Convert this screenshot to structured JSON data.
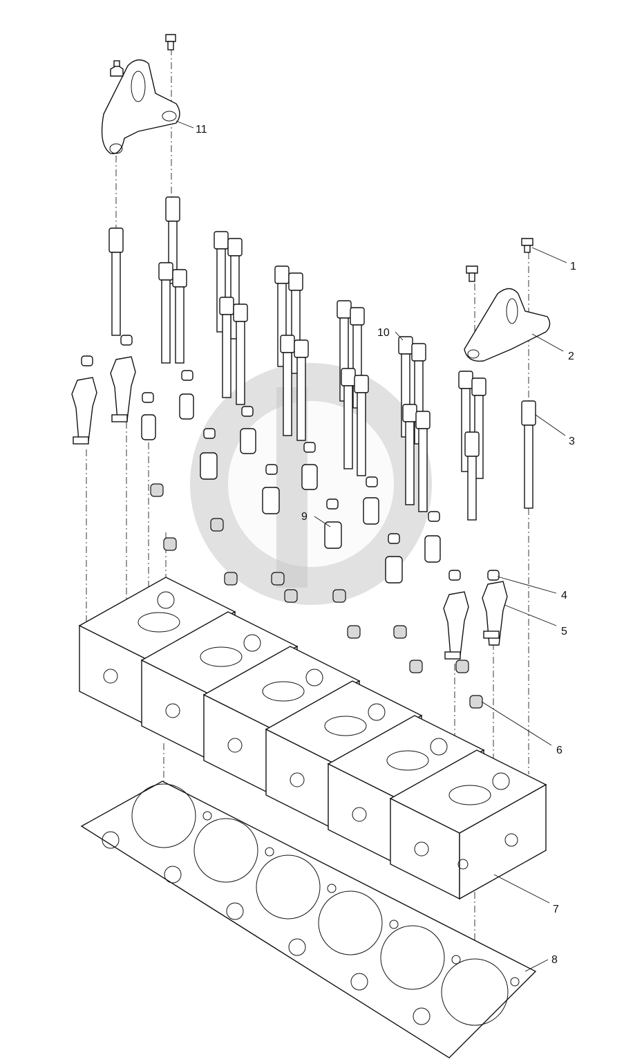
{
  "diagram": {
    "callouts": [
      {
        "id": "1",
        "label": "1"
      },
      {
        "id": "2",
        "label": "2"
      },
      {
        "id": "3",
        "label": "3"
      },
      {
        "id": "4",
        "label": "4"
      },
      {
        "id": "5",
        "label": "5"
      },
      {
        "id": "6",
        "label": "6"
      },
      {
        "id": "7",
        "label": "7"
      },
      {
        "id": "8",
        "label": "8"
      },
      {
        "id": "9",
        "label": "9"
      },
      {
        "id": "10",
        "label": "10"
      },
      {
        "id": "11",
        "label": "11"
      }
    ],
    "watermark": "parts"
  }
}
